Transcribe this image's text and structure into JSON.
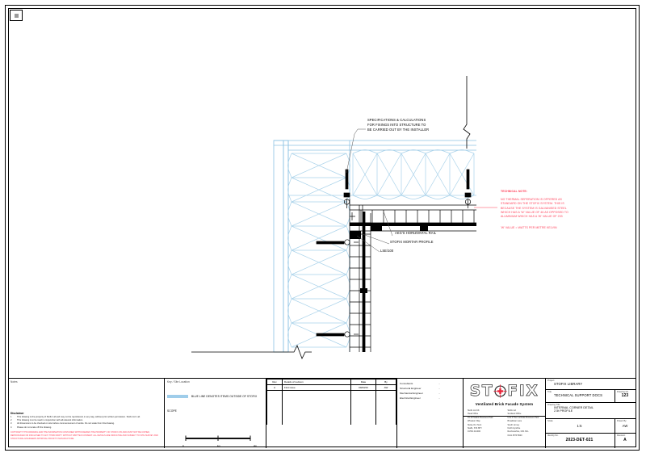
{
  "sheet": {
    "format_label": "A3"
  },
  "annotations": {
    "fixing_note": "SPECIFICATIONS & CALCULATIONS\nFOR FIXINGS INTO STRUCTURE TO\nBE CARRIED OUT BY THE INSTALLER",
    "label_rail": "AKG'S HORIZONTAL RAIL",
    "label_mortar": "STOFIX MORTAR PROFILE",
    "label_lse": "LSE/100",
    "technical_note_title": "TECHNICAL NOTE:",
    "technical_note_body": "NO THERMAL SEPERATION IS OFFERED AS\nSTANDARD ON THE STOFIX SYSTEM. THIS IS\nBECAUSE THE SYSTEM IS GALVANISED STEEL\nWHICH HAS A 'W' VALUE OF 46 AS OPPOSED TO\nALUMINIUM WHICH HAS A 'W' VALUE OF 233",
    "technical_note_footer": "'W' VALUE = WATTS PER METRE KELVIN"
  },
  "notes": {
    "header": "Notes",
    "disclaimer_title": "Disclaimer",
    "items": [
      "This drawing is the property of Stofix Ltd and may not be reproduced, in any way, without prior written permission. Stofix Ltd. Ltd.",
      "This drawing is to be read in conjunction with all relevant information.",
      "All dimensions to be checked on site before commencement of works. Do not scale from this drawing.",
      "Please do not scale off this drawing."
    ],
    "copyright": "COPYRIGHT: THIS DRAWING AND THE INFORMATION CONTAINED WITHIN REMAIN THE PROPERTY OF STOFIX LTD AND MUST NOT BE COPIED, REPRODUCED OR DISCLOSED TO ANY THIRD PARTY WITHOUT WRITTEN CONSENT. ALL DETAILS ARE INDICATIVE AND SUBJECT TO SITE SURVEY AND STRUCTURAL ENGINEERS APPROVAL PRIOR TO MANUFACTURE."
  },
  "key": {
    "header": "Key / Site Location",
    "swatch_color": "#9fcdea",
    "text": "BLUE LINE DENOTES ITEMS OUTSIDE OF STOFIX SCOPE",
    "scale_ticks": [
      "0",
      "1m",
      "2m"
    ]
  },
  "revisions": {
    "columns": [
      "Rev",
      "Details of revision",
      "Date",
      "By"
    ],
    "rows": [
      {
        "rev": "A",
        "details": "First issue",
        "date": "09/03/23",
        "by": "AW"
      }
    ]
  },
  "consultants": {
    "rows": [
      {
        "label": "Consultants",
        "value": "-"
      },
      {
        "label": "Structural Engineer",
        "value": "-"
      },
      {
        "label": "Mechanical Engineer",
        "value": "-"
      },
      {
        "label": "Electrical Engineer",
        "value": "-"
      }
    ]
  },
  "logo": {
    "brand_pre": "ST",
    "brand_mid": "O",
    "brand_post": "FIX",
    "tagline": "Ventilated Brick Facade System",
    "crosshair_color": "#e8253a",
    "address_left": [
      "Stofix Ltd UK",
      "Head Office",
      "15-18 Station Business Park",
      "Wheaton Way",
      "Stoke-On-Trent",
      "Staffs, ST4 8HY",
      "01782 414000"
    ],
    "address_right": [
      "Stofix Ltd",
      "Scotland Office",
      "Unit 3 The Lochside Business Park",
      "Broadloan Lane",
      "South Linney",
      "North Ayrshire",
      "Renfrewshire, G51 3UL",
      "0141 4570 5620"
    ]
  },
  "meta": {
    "project_label": "Project",
    "project_value": "STOFIX LIBRARY",
    "title_label": "Title",
    "title_value": "TECHNICAL SUPPORT DOCS",
    "drawing_number_label": "Drawing No.",
    "drawing_number_value": "123",
    "drawing_title_label": "Drawing Title",
    "drawing_title_value": "INTERNAL CORNER DETAIL\n2.5t PROFILE",
    "scale_label": "Scale",
    "scale_value": "1:5",
    "drawn_by_label": "Drawn By",
    "drawn_by_value": "AW",
    "identity_label": "Identity No.",
    "identity_value": "2023-DET-021",
    "revision_label": "Revision",
    "revision_value": "A"
  }
}
